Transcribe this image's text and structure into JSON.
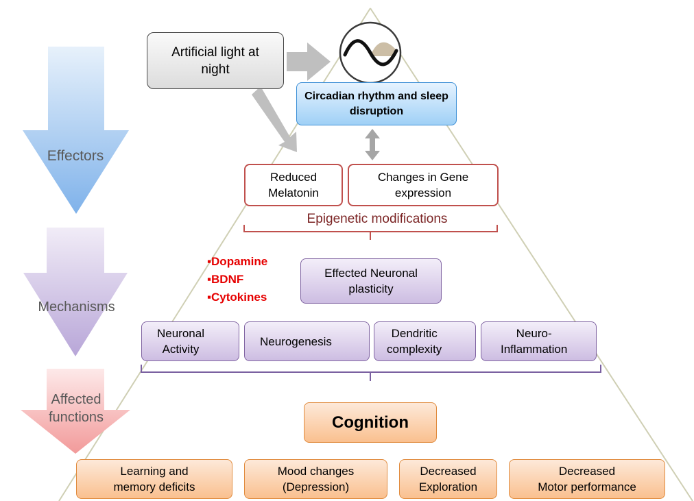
{
  "levels": {
    "effectors": "Effectors",
    "mechanisms": "Mechanisms",
    "functions": [
      "Affected",
      "functions"
    ]
  },
  "effectors": {
    "light": "Artificial light at night",
    "circadian": "Circadian rhythm and sleep disruption",
    "melatonin": [
      "Reduced",
      "Melatonin"
    ],
    "gene": [
      "Changes in Gene",
      "expression"
    ],
    "epigenetic": "Epigenetic modifications"
  },
  "mechanisms": {
    "molecules": [
      "▪Dopamine",
      "▪BDNF",
      "▪Cytokines"
    ],
    "plasticity": [
      "Effected Neuronal",
      "plasticity"
    ],
    "neuronal_activity": [
      "Neuronal",
      "Activity"
    ],
    "neurogenesis": "Neurogenesis",
    "dendritic": [
      "Dendritic",
      "complexity"
    ],
    "neuroinflammation": [
      "Neuro-",
      "Inflammation"
    ]
  },
  "functions": {
    "cognition": "Cognition",
    "learning": [
      "Learning and",
      "memory deficits"
    ],
    "mood": [
      "Mood changes",
      "(Depression)"
    ],
    "exploration": [
      "Decreased",
      "Exploration"
    ],
    "motor": [
      "Decreased",
      "Motor performance"
    ]
  },
  "colors": {
    "down": "#e60000",
    "up": "#00a651",
    "epigenetic": "#7b2424"
  }
}
